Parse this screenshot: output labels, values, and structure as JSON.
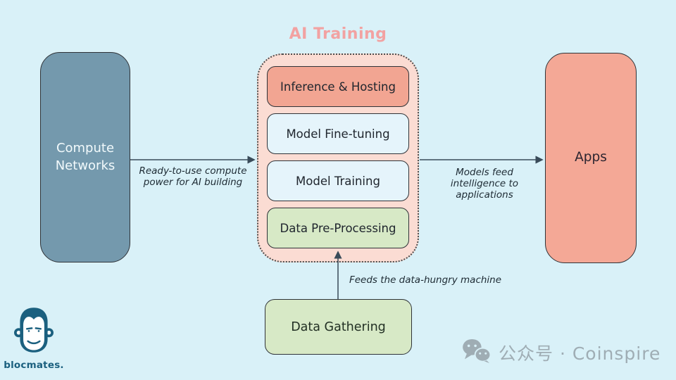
{
  "background_color": "#d9f1f8",
  "title": {
    "text": "AI Training",
    "color": "#f2a2a2"
  },
  "nodes": {
    "compute_networks": {
      "label": "Compute\nNetworks",
      "fill": "#7499ad"
    },
    "apps": {
      "label": "Apps",
      "fill": "#f4a896"
    },
    "data_gathering": {
      "label": "Data Gathering",
      "fill": "#d7e9c6"
    }
  },
  "ai_training_group": {
    "fill": "#fbdcd3",
    "items": [
      {
        "label": "Inference & Hosting",
        "fill": "#f2a592"
      },
      {
        "label": "Model Fine-tuning",
        "fill": "#e5f4fb"
      },
      {
        "label": "Model Training",
        "fill": "#e5f4fb"
      },
      {
        "label": "Data Pre-Processing",
        "fill": "#d7e9c6"
      }
    ]
  },
  "edges": {
    "compute_to_training": {
      "label": "Ready-to-use compute\npower for AI building"
    },
    "training_to_apps": {
      "label": "Models feed\nintelligence to\napplications"
    },
    "gathering_to_training": {
      "label": "Feeds the data-hungry machine"
    }
  },
  "footer": {
    "brand": "blocmates.",
    "wechat": "公众号 · Coinspire"
  },
  "colors": {
    "arrow": "#394b59",
    "node_border": "#2f3338",
    "brand_teal": "#1b607f",
    "footer_gray": "#9fadb4"
  }
}
